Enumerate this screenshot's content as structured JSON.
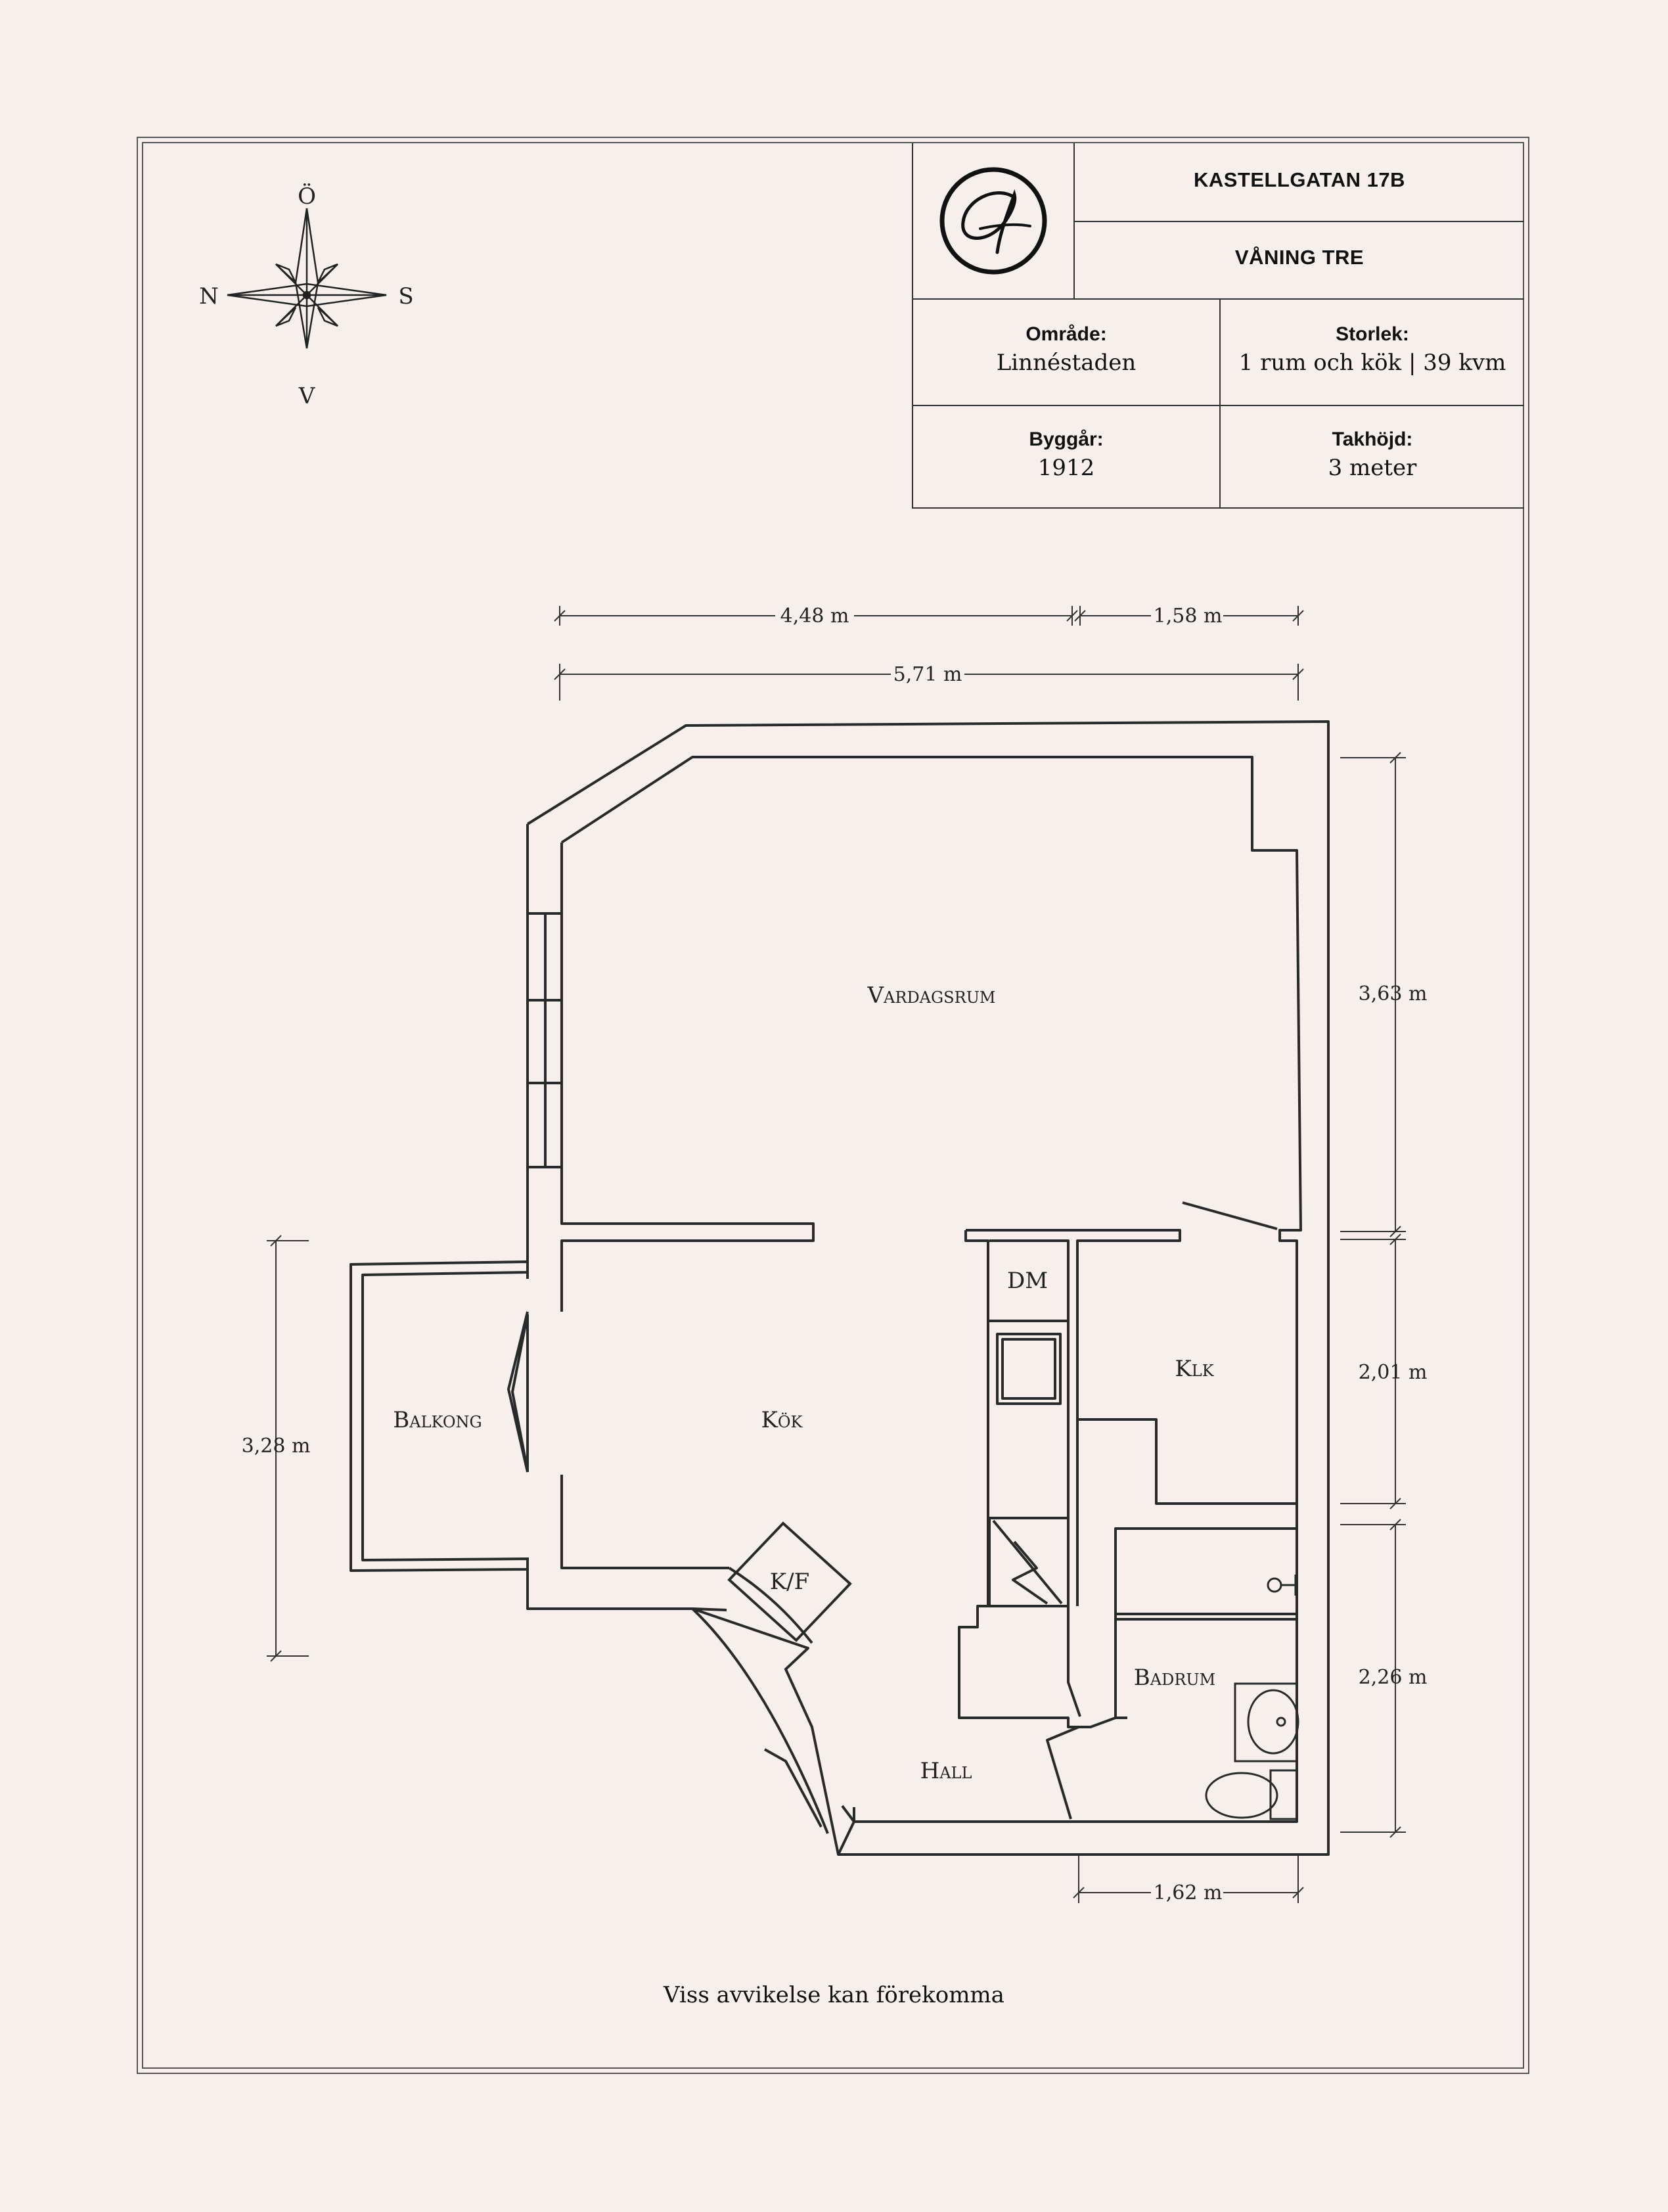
{
  "compass": {
    "north": "N",
    "south": "S",
    "east": "Ö",
    "west": "V"
  },
  "title_block": {
    "address": "KASTELLGATAN 17B",
    "floor": "VÅNING TRE",
    "area_label": "Område:",
    "area_value": "Linnéstaden",
    "size_label": "Storlek:",
    "size_value": "1 rum och kök | 39 kvm",
    "year_label": "Byggår:",
    "year_value": "1912",
    "ceiling_label": "Takhöjd:",
    "ceiling_value": "3 meter"
  },
  "rooms": {
    "living": "Vardagsrum",
    "kitchen": "Kök",
    "balcony": "Balkong",
    "closet": "Klk",
    "dishwasher": "DM",
    "fridge": "K/F",
    "bathroom": "Badrum",
    "hall": "Hall"
  },
  "dimensions": {
    "top_left_width": "4,48 m",
    "top_right_width": "1,58 m",
    "total_width": "5,71 m",
    "right_upper_height": "3,63 m",
    "right_middle_height": "2,01 m",
    "right_lower_height": "2,26 m",
    "left_height": "3,28 m",
    "bottom_width": "1,62 m"
  },
  "disclaimer": "Viss avvikelse kan förekomma"
}
